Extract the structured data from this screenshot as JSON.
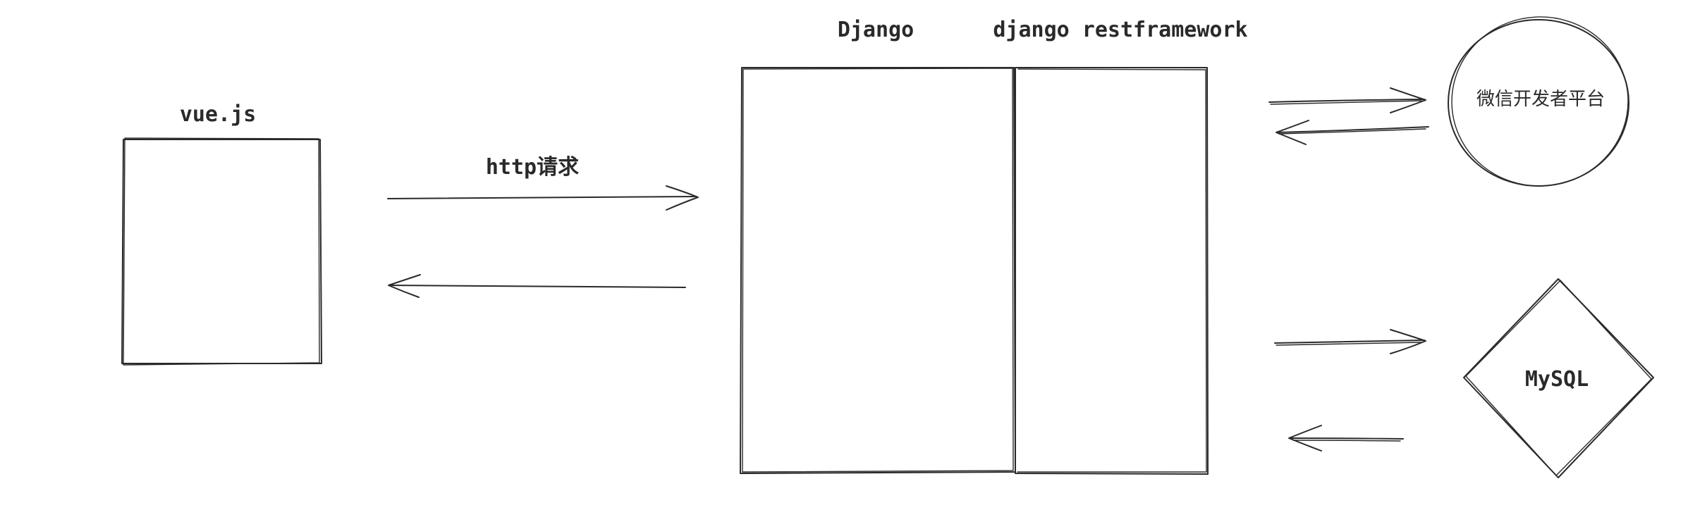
{
  "nodes": {
    "vue": {
      "label": "vue.js",
      "shape": "rectangle"
    },
    "django": {
      "label": "Django",
      "shape": "rectangle"
    },
    "drf": {
      "label": "django restframework",
      "shape": "rectangle"
    },
    "wechat": {
      "label": "微信开发者平台",
      "shape": "ellipse"
    },
    "mysql": {
      "label": "MySQL",
      "shape": "diamond"
    }
  },
  "edges": [
    {
      "from": "vue",
      "to": "django",
      "label": "http请求"
    },
    {
      "from": "django",
      "to": "vue",
      "label": ""
    },
    {
      "from": "drf",
      "to": "wechat",
      "label": ""
    },
    {
      "from": "wechat",
      "to": "drf",
      "label": ""
    },
    {
      "from": "drf",
      "to": "mysql",
      "label": ""
    },
    {
      "from": "mysql",
      "to": "drf",
      "label": ""
    }
  ],
  "style": {
    "stroke_color": "#2a2a2a",
    "background": "#ffffff",
    "sketch_style": "hand-drawn"
  }
}
